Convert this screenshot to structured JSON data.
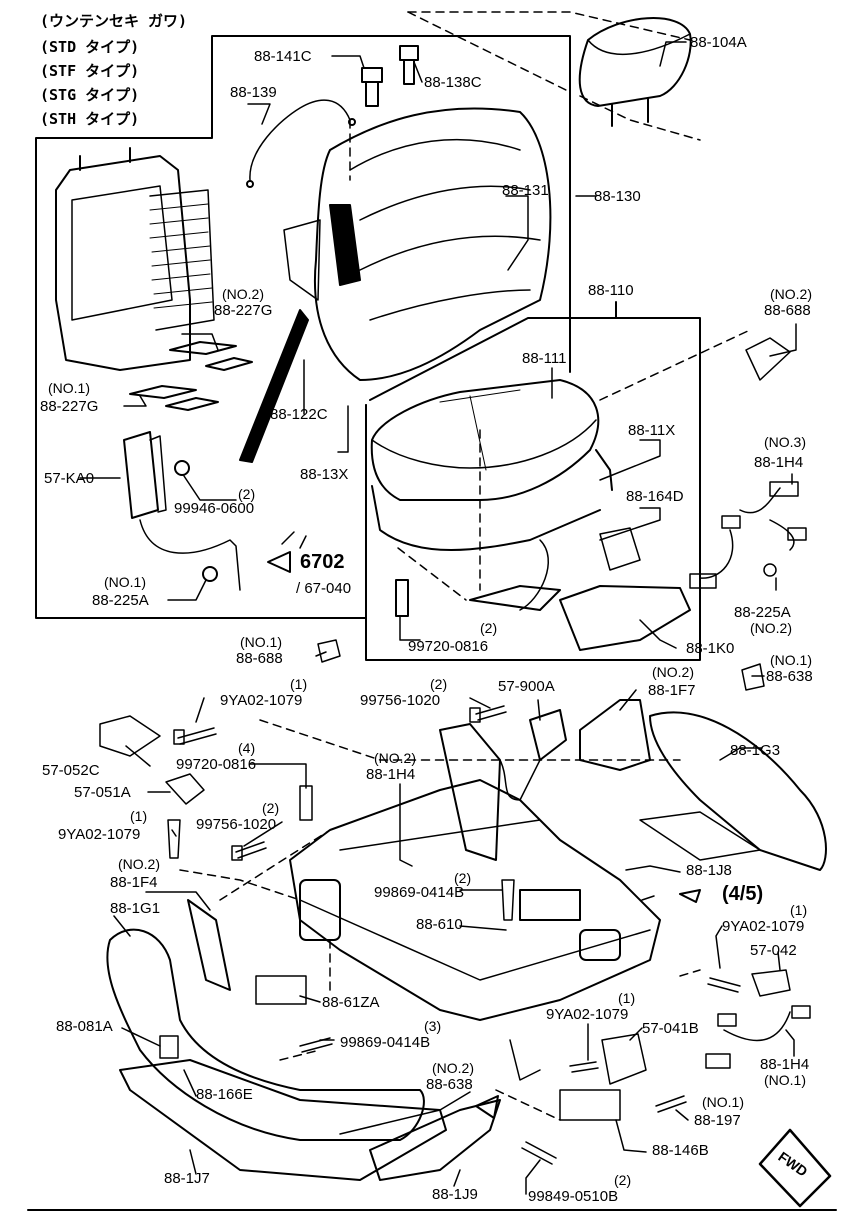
{
  "header_lines": [
    "(ウンテンセキ ガワ)",
    "(STD タイプ)",
    "(STF タイプ)",
    "(STG タイプ)",
    "(STH タイプ)"
  ],
  "ref_page": "6702",
  "ref_sub": "/ 67-040",
  "ref_arrow": "(4/5)",
  "fwd": "FWD",
  "labels": {
    "l_88_104A": "88-104A",
    "l_88_141C": "88-141C",
    "l_88_138C": "88-138C",
    "l_88_139": "88-139",
    "l_88_131": "88-131",
    "l_88_130": "88-130",
    "l_no2_a": "(NO.2)",
    "l_88_227G_2": "88-227G",
    "l_no1_a": "(NO.1)",
    "l_88_227G_1": "88-227G",
    "l_88_122C": "88-122C",
    "l_88_13X": "88-13X",
    "l_57_KA0": "57-KA0",
    "l_q2_a": "(2)",
    "l_99946_0600": "99946-0600",
    "l_no1_b": "(NO.1)",
    "l_88_225A_1": "88-225A",
    "l_88_110": "88-110",
    "l_88_111": "88-111",
    "l_88_11X": "88-11X",
    "l_88_164D": "88-164D",
    "l_no2_b": "(NO.2)",
    "l_88_688_2": "88-688",
    "l_no3": "(NO.3)",
    "l_88_1H4_3": "88-1H4",
    "l_88_225A_2": "88-225A",
    "l_no2_c": "(NO.2)",
    "l_q2_b": "(2)",
    "l_99720_0816_a": "99720-0816",
    "l_88_1K0": "88-1K0",
    "l_no1_c": "(NO.1)",
    "l_88_688_1": "88-688",
    "l_no1_d": "(NO.1)",
    "l_88_638_1": "88-638",
    "l_q1_a": "(1)",
    "l_9YA02_1079_a": "9YA02-1079",
    "l_q2_c": "(2)",
    "l_99756_1020_a": "99756-1020",
    "l_57_900A": "57-900A",
    "l_no2_d": "(NO.2)",
    "l_88_1F7": "88-1F7",
    "l_88_1G3": "88-1G3",
    "l_57_052C": "57-052C",
    "l_q4": "(4)",
    "l_99720_0816_b": "99720-0816",
    "l_no2_e": "(NO.2)",
    "l_88_1H4_2": "88-1H4",
    "l_57_051A": "57-051A",
    "l_q2_d": "(2)",
    "l_99756_1020_b": "99756-1020",
    "l_q1_b": "(1)",
    "l_9YA02_1079_b": "9YA02-1079",
    "l_no2_f": "(NO.2)",
    "l_88_1F4": "88-1F4",
    "l_88_1J8": "88-1J8",
    "l_q2_e": "(2)",
    "l_99869_0414B_a": "99869-0414B",
    "l_88_610": "88-610",
    "l_88_1G1": "88-1G1",
    "l_q1_c": "(1)",
    "l_9YA02_1079_c": "9YA02-1079",
    "l_57_042": "57-042",
    "l_88_61ZA": "88-61ZA",
    "l_q1_d": "(1)",
    "l_9YA02_1079_d": "9YA02-1079",
    "l_q3": "(3)",
    "l_99869_0414B_b": "99869-0414B",
    "l_57_041B": "57-041B",
    "l_88_081A": "88-081A",
    "l_88_1H4_1": "88-1H4",
    "l_no1_e": "(NO.1)",
    "l_88_166E": "88-166E",
    "l_no2_g": "(NO.2)",
    "l_88_638_2": "88-638",
    "l_no1_f": "(NO.1)",
    "l_88_197": "88-197",
    "l_88_146B": "88-146B",
    "l_88_1J7": "88-1J7",
    "l_88_1J9": "88-1J9",
    "l_q2_f": "(2)",
    "l_99849_0510B": "99849-0510B"
  }
}
